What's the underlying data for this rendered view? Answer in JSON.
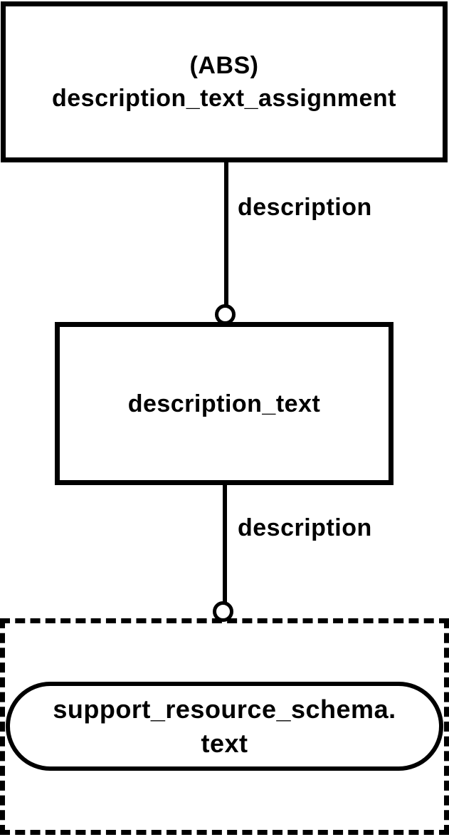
{
  "diagram": {
    "kind": "express-g",
    "nodes": {
      "abs_box": {
        "prefix": "(ABS)",
        "name": "description_text_assignment"
      },
      "description_text": {
        "name": "description_text"
      },
      "schema_ref": {
        "schema": "support_resource_schema.",
        "type": "text"
      }
    },
    "edges": [
      {
        "label": "description"
      },
      {
        "label": "description"
      }
    ],
    "colors": {
      "ink": "#000000",
      "background": "#ffffff"
    }
  }
}
